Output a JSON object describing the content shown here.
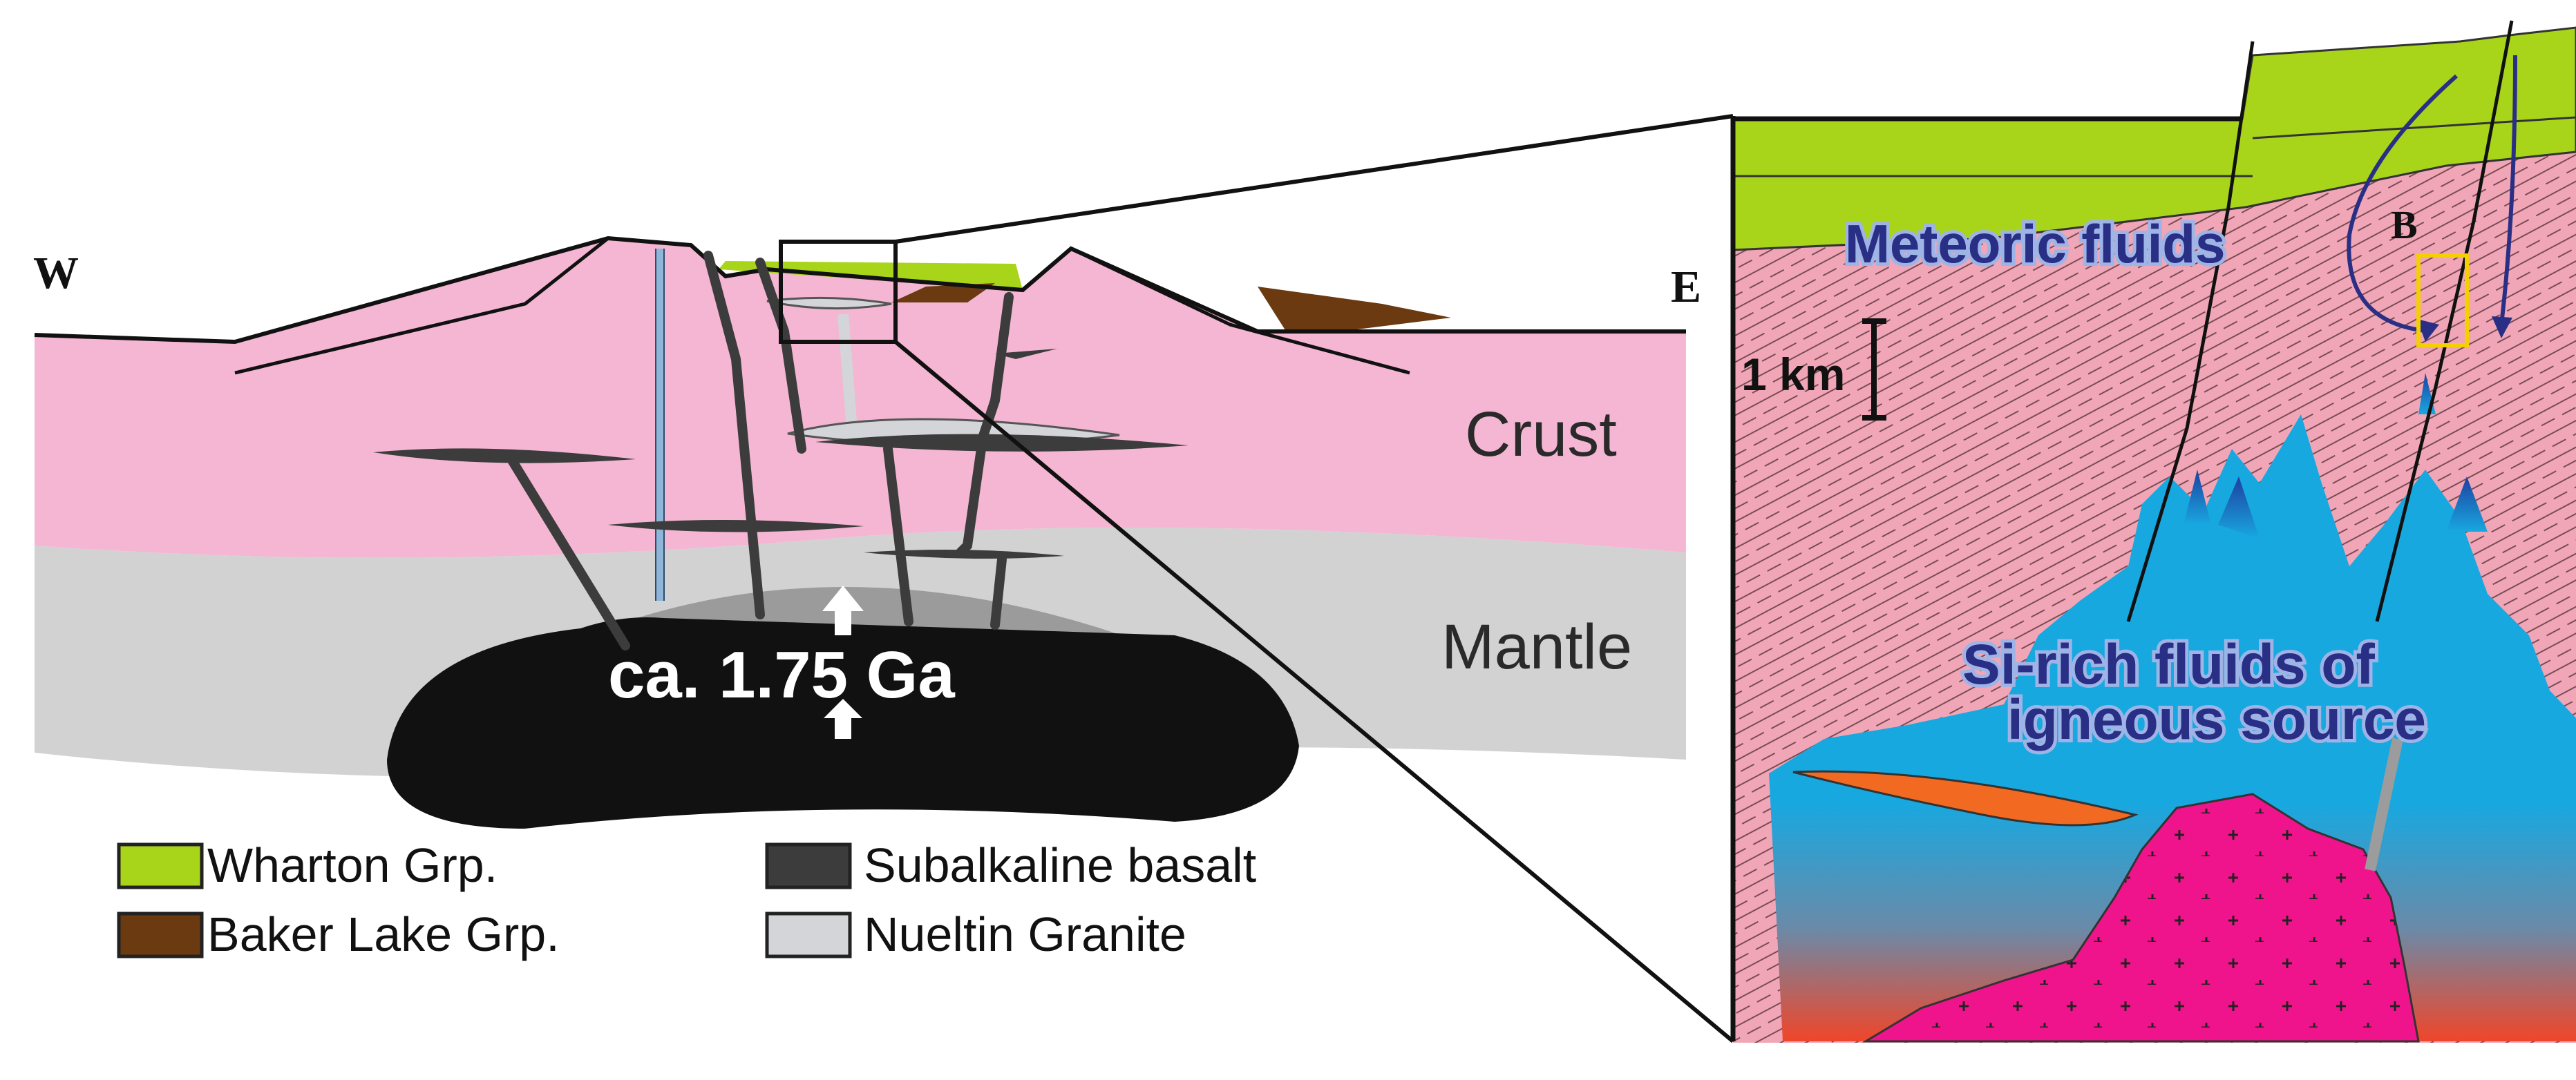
{
  "labels": {
    "west": "W",
    "east": "E",
    "crust": "Crust",
    "mantle": "Mantle",
    "age": "ca. 1.75 Ga",
    "scale": "1 km",
    "box_b": "B",
    "meteoric": "Meteoric fluids",
    "si_rich_line1": "Si-rich fluids of",
    "si_rich_line2": "igneous source"
  },
  "legend": {
    "items": [
      {
        "label": "Wharton Grp.",
        "color": "#a8d51a"
      },
      {
        "label": "Baker Lake Grp.",
        "color": "#6b3a10"
      },
      {
        "label": "Subalkaline basalt",
        "color": "#3c3c3c"
      },
      {
        "label": "Nueltin Granite",
        "color": "#d3d5d8"
      }
    ]
  },
  "colors": {
    "crust": "#f4b6d2",
    "mantle": "#d2d2d2",
    "magma": "#111111",
    "wharton": "#a8d51a",
    "baker_lake": "#6b3a10",
    "basalt": "#3c3c3c",
    "granite": "#d3d5d8",
    "detail_crust": "#f0a6b6",
    "fluid": "#18a8e0",
    "pluton": "#f0148c",
    "orange_body": "#f26a22",
    "arrow": "#2a2f86",
    "highlight_box": "#f5d000"
  }
}
